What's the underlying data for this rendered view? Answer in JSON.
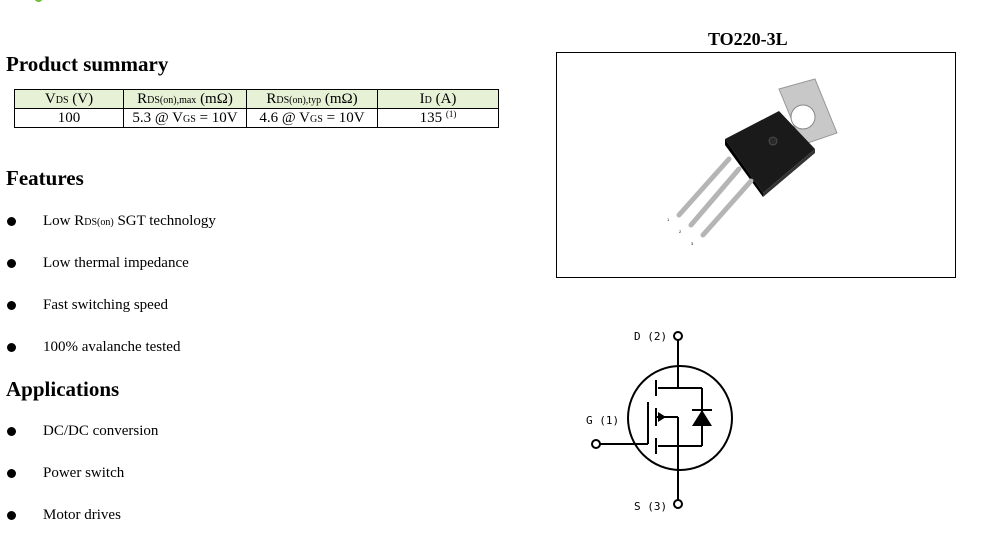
{
  "sections": {
    "product_summary": "Product summary",
    "features": "Features",
    "applications": "Applications"
  },
  "summary_table": {
    "headers": [
      {
        "main": "V",
        "sub": "DS",
        "tail": " (V)"
      },
      {
        "main": "R",
        "sub": "DS(on),max",
        "tail": " (mΩ)"
      },
      {
        "main": "R",
        "sub": "DS(on),typ",
        "tail": " (mΩ)"
      },
      {
        "main": "I",
        "sub": "D",
        "tail": " (A)"
      }
    ],
    "row": [
      {
        "pre": "100",
        "sub": "",
        "post": "",
        "sup": ""
      },
      {
        "pre": "5.3 @ V",
        "sub": "GS",
        "post": " = 10V",
        "sup": ""
      },
      {
        "pre": "4.6 @ V",
        "sub": "GS",
        "post": " = 10V",
        "sup": ""
      },
      {
        "pre": "135 ",
        "sub": "",
        "post": "",
        "sup": "(1)"
      }
    ]
  },
  "features": [
    {
      "pre": "Low R",
      "sub": "DS(on)",
      "post": " SGT technology"
    },
    {
      "pre": "Low thermal impedance",
      "sub": "",
      "post": ""
    },
    {
      "pre": "Fast switching speed",
      "sub": "",
      "post": ""
    },
    {
      "pre": "100% avalanche tested",
      "sub": "",
      "post": ""
    }
  ],
  "applications": [
    "DC/DC conversion",
    "Power switch",
    "Motor drives"
  ],
  "package": {
    "title": "TO220-3L",
    "pin_numbers": [
      "1",
      "2",
      "3"
    ]
  },
  "schematic": {
    "drain_label": "D (2)",
    "gate_label": "G (1)",
    "source_label": "S (3)"
  },
  "colors": {
    "table_header_bg": "#e6f1d6",
    "logo_green": "#6fbf3a",
    "package_body": "#1a1a1a",
    "package_tab": "#c8c8c8"
  }
}
